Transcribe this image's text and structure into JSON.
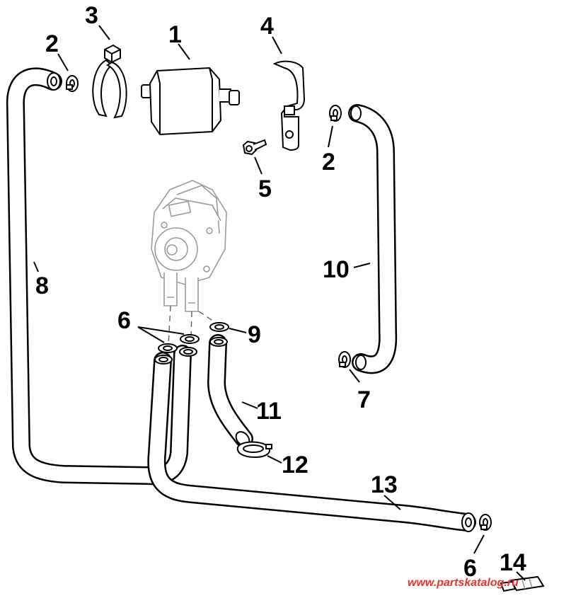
{
  "callouts": {
    "c1": "1",
    "c2a": "2",
    "c2b": "2",
    "c3": "3",
    "c4": "4",
    "c5": "5",
    "c6a": "6",
    "c6b": "6",
    "c7": "7",
    "c8": "8",
    "c9": "9",
    "c10": "10",
    "c11": "11",
    "c12": "12",
    "c13": "13",
    "c14": "14"
  },
  "watermark": "www.partskatalog.ru"
}
